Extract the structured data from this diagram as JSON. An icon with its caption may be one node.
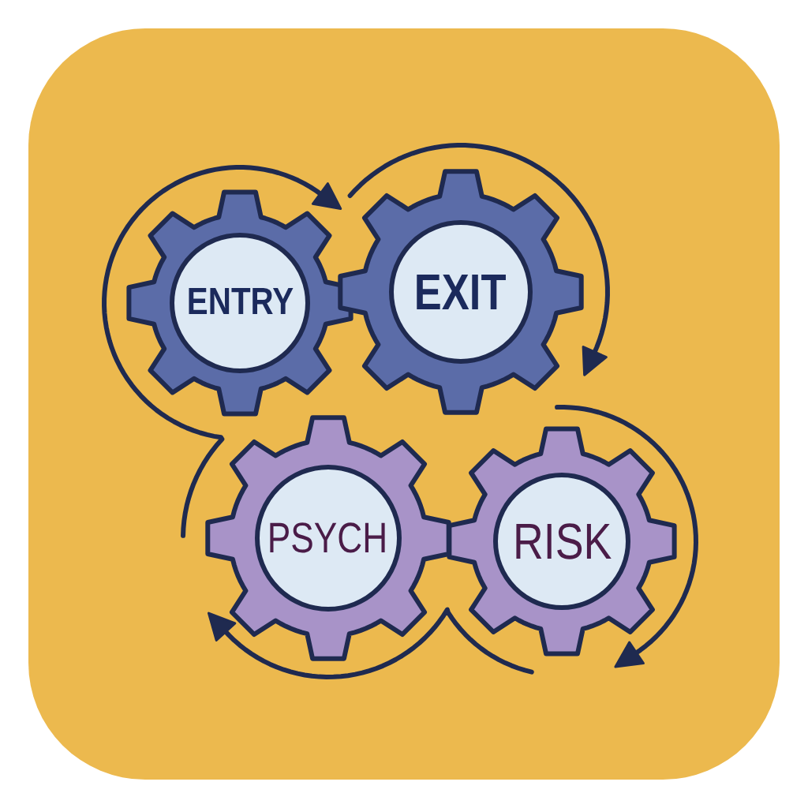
{
  "diagram": {
    "nodes": [
      {
        "text": [
          "ENTRY"
        ]
      },
      {
        "text": [
          "EXIT"
        ]
      },
      {
        "text": [
          "PSYCH"
        ]
      },
      {
        "text": [
          "RISK"
        ]
      }
    ]
  }
}
